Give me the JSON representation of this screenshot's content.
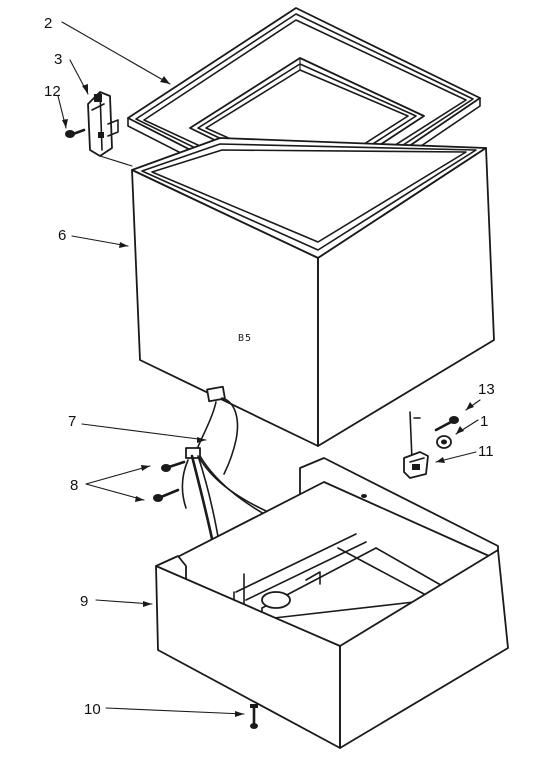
{
  "diagram": {
    "callouts": {
      "c2": "2",
      "c3": "3",
      "c12": "12",
      "c6": "6",
      "c7": "7",
      "c8": "8",
      "c13": "13",
      "c1": "1",
      "c11": "11",
      "c9": "9",
      "c10": "10"
    },
    "cabinet_marking": "B5"
  }
}
